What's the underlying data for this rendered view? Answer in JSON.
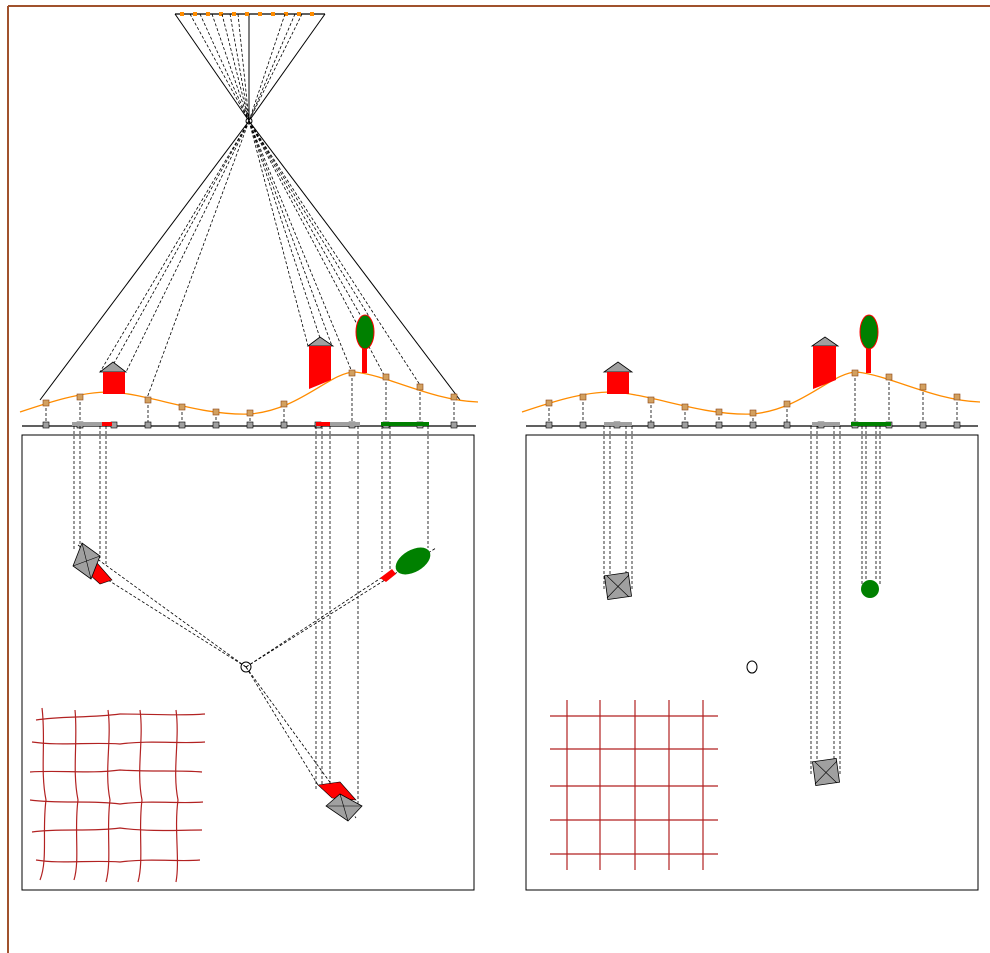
{
  "diagram": {
    "colors": {
      "frame": "#a0522d",
      "line": "#000000",
      "terrain": "#ff8c00",
      "terrain_marker": "#ff8c00",
      "building_wall": "#ff0000",
      "building_roof": "#a0a0a0",
      "tree": "#008000",
      "tree_trunk": "#ff0000",
      "grid": "#b22222"
    },
    "panels": [
      {
        "name": "central-projection",
        "grid_style": "distorted"
      },
      {
        "name": "orthogonal-projection",
        "grid_style": "regular"
      }
    ]
  }
}
